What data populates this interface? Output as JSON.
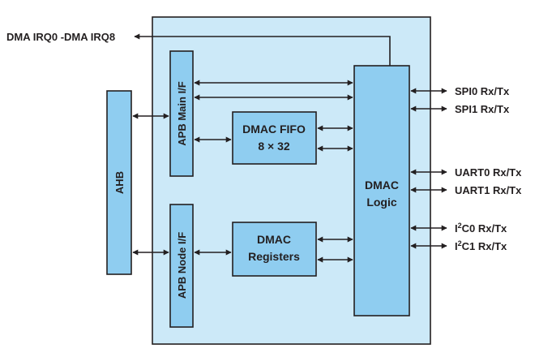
{
  "colors": {
    "outline": "#231f20",
    "container_fill": "#cce9f8",
    "block_fill": "#8fcdf0"
  },
  "labels": {
    "irq_output": "DMA IRQ0 -DMA IRQ8",
    "ahb": "AHB",
    "apb_main": "APB Main I/F",
    "apb_node": "APB Node I/F",
    "fifo_line1": "DMAC FIFO",
    "fifo_line2": "8 × 32",
    "registers_line1": "DMAC",
    "registers_line2": "Registers",
    "logic_line1": "DMAC",
    "logic_line2": "Logic"
  },
  "peripherals": [
    {
      "prefix": "",
      "sup": "",
      "rest": "SPI0 Rx/Tx"
    },
    {
      "prefix": "",
      "sup": "",
      "rest": "SPI1 Rx/Tx"
    },
    {
      "prefix": "",
      "sup": "",
      "rest": "UART0 Rx/Tx"
    },
    {
      "prefix": "",
      "sup": "",
      "rest": "UART1 Rx/Tx"
    },
    {
      "prefix": "I",
      "sup": "2",
      "rest": "C0 Rx/Tx"
    },
    {
      "prefix": "I",
      "sup": "2",
      "rest": "C1 Rx/Tx"
    }
  ]
}
